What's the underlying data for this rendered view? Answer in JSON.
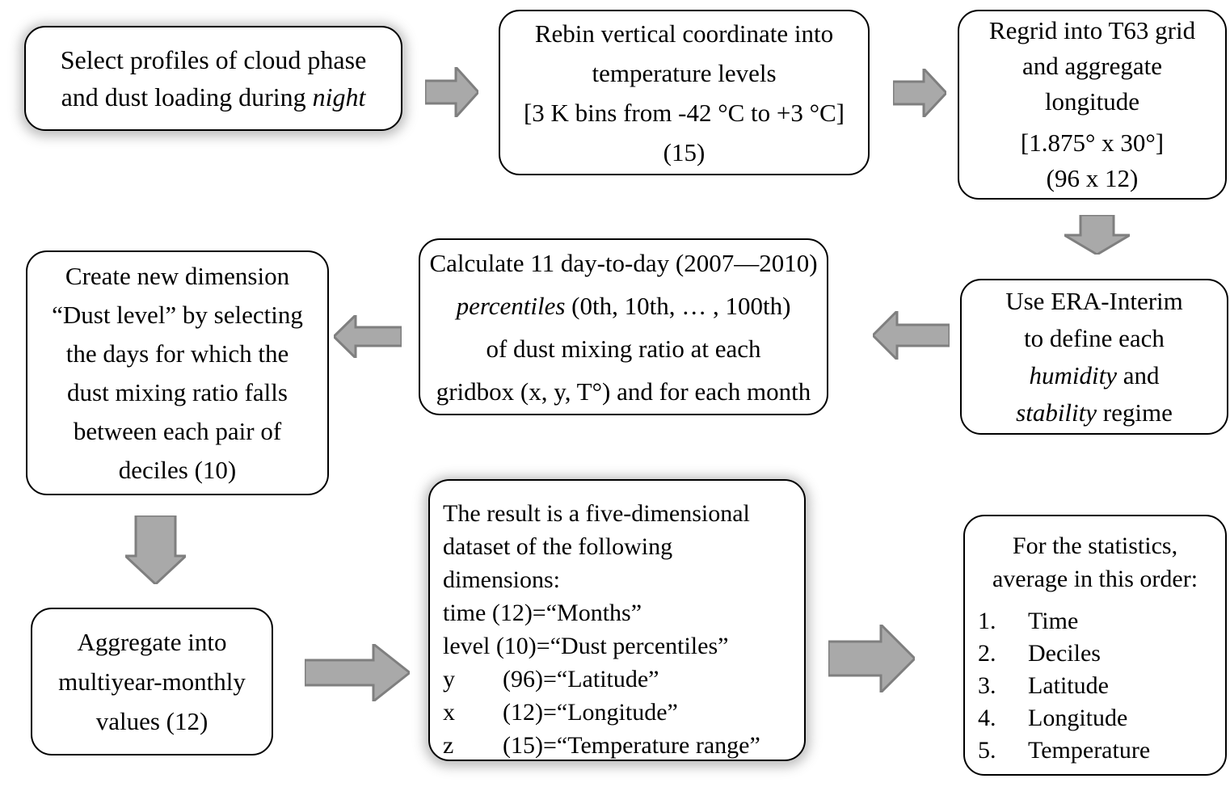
{
  "colors": {
    "background": "#ffffff",
    "box_fill": "#ffffff",
    "box_border": "#000000",
    "text": "#000000",
    "arrow_fill": "#a9a9a9",
    "arrow_border": "#7f7f7f"
  },
  "boxes": {
    "select_profiles": {
      "line1": "Select profiles of cloud phase",
      "line2_pre": "and dust loading during ",
      "line2_em": "night"
    },
    "rebin": {
      "lines": [
        "Rebin vertical coordinate into",
        "temperature levels",
        "[3 K bins from -42 °C to +3 °C]",
        "(15)"
      ]
    },
    "regrid": {
      "lines": [
        "Regrid into T63 grid",
        "and aggregate",
        "longitude",
        "[1.875° x 30°]",
        "(96 x 12)"
      ]
    },
    "era_interim": {
      "line1": "Use ERA-Interim",
      "line2": "to define each",
      "line3_em": "humidity",
      "line3_rest": " and",
      "line4_em": "stability",
      "line4_rest": " regime"
    },
    "percentiles": {
      "line1": "Calculate 11 day-to-day (2007—2010)",
      "line2_em": "percentiles",
      "line2_rest": " (0th, 10th, … , 100th)",
      "line3": "of dust mixing ratio at each",
      "line4": "gridbox (x, y, T°) and for each month"
    },
    "dust_level": {
      "lines": [
        "Create new dimension",
        "“Dust level” by selecting",
        "the days for which the",
        "dust mixing ratio falls",
        "between each pair of",
        "deciles (10)"
      ]
    },
    "aggregate": {
      "lines": [
        "Aggregate into",
        "multiyear-monthly",
        "values (12)"
      ]
    },
    "result": {
      "intro_lines": [
        "The result is a five-dimensional",
        "dataset of the following",
        "dimensions:"
      ],
      "dims": [
        {
          "name": "time",
          "rest": " (12)=“Months”"
        },
        {
          "name": "level",
          "rest": " (10)=“Dust percentiles”"
        },
        {
          "name": "y",
          "rest": "(96)=“Latitude”"
        },
        {
          "name": "x",
          "rest": "(12)=“Longitude”"
        },
        {
          "name": "z",
          "rest": "(15)=“Temperature range”"
        }
      ]
    },
    "statistics": {
      "heading_line1": "For the statistics,",
      "heading_line2": "average in this order:",
      "items": [
        {
          "num": "1.",
          "label": "Time"
        },
        {
          "num": "2.",
          "label": "Deciles"
        },
        {
          "num": "3.",
          "label": "Latitude"
        },
        {
          "num": "4.",
          "label": "Longitude"
        },
        {
          "num": "5.",
          "label": "Temperature"
        }
      ]
    }
  },
  "arrows": [
    {
      "direction": "right",
      "from": "select-profiles",
      "to": "rebin"
    },
    {
      "direction": "right",
      "from": "rebin",
      "to": "regrid"
    },
    {
      "direction": "down",
      "from": "regrid",
      "to": "era-interim"
    },
    {
      "direction": "left",
      "from": "era-interim",
      "to": "percentiles"
    },
    {
      "direction": "left",
      "from": "percentiles",
      "to": "dust-level"
    },
    {
      "direction": "down",
      "from": "dust-level",
      "to": "aggregate"
    },
    {
      "direction": "right",
      "from": "aggregate",
      "to": "result"
    },
    {
      "direction": "right",
      "from": "result",
      "to": "statistics"
    }
  ]
}
